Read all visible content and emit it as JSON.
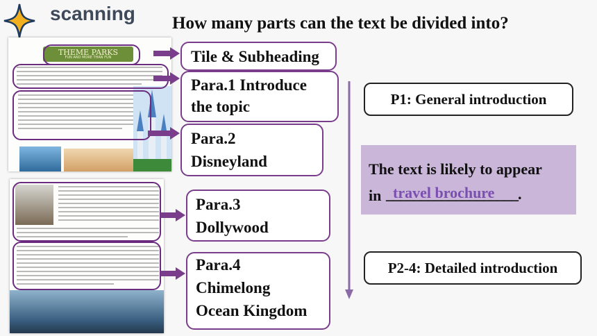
{
  "header": {
    "keyword": "scanning",
    "question": "How many parts can the text be divided into?"
  },
  "parts": [
    {
      "label": "Tile & Subheading"
    },
    {
      "label_line1": "Para.1 Introduce",
      "label_line2": "the topic"
    },
    {
      "label_line1": "Para.2",
      "label_line2": "Disneyland"
    },
    {
      "label_line1": "Para.3",
      "label_line2": "Dollywood"
    },
    {
      "label_line1": "Para.4",
      "label_line2": "Chimelong",
      "label_line3": "Ocean Kingdom"
    }
  ],
  "summary": {
    "p1": "P1: General introduction",
    "p2_4": "P2-4: Detailed introduction",
    "likely_line1": "The text is likely to appear",
    "likely_prefix": "in",
    "blank": "___________________.",
    "answer": "travel brochure"
  },
  "scan": {
    "title": "THEME PARKS",
    "subtitle": "FUN AND MORE THAN FUN"
  },
  "colors": {
    "accent_purple": "#7a3d8c",
    "answer_purple": "#7b4fb0",
    "summary_bg": "#c9b6d9",
    "star_gold": "#f2b01e"
  }
}
